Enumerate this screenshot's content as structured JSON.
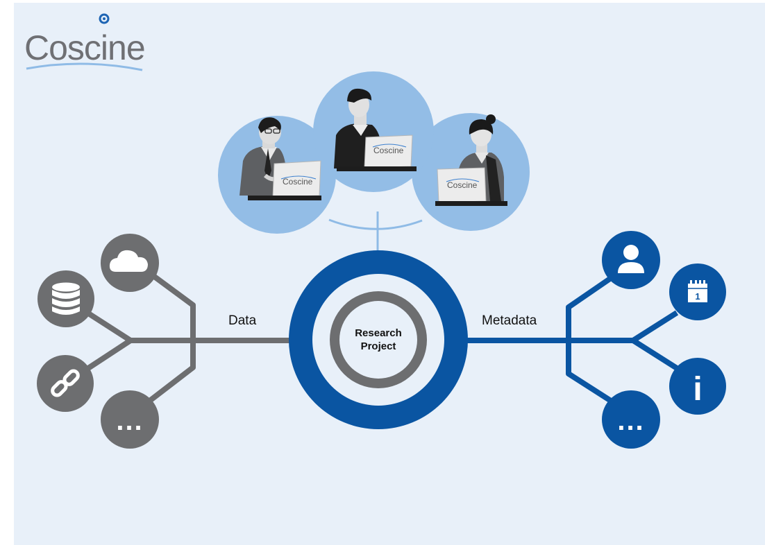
{
  "logo": {
    "text": "Coscine"
  },
  "laptops": [
    {
      "label": "Coscine"
    },
    {
      "label": "Coscine"
    },
    {
      "label": "Coscine"
    }
  ],
  "center": {
    "line1": "Research",
    "line2": "Project"
  },
  "left_branch": {
    "label": "Data",
    "color": "#6d6e70",
    "ellipsis": "..."
  },
  "right_branch": {
    "label": "Metadata",
    "color": "#0a55a2",
    "ellipsis": "...",
    "calendar_day": "1",
    "info_glyph": "i"
  },
  "icons": {
    "left": [
      "database-icon",
      "cloud-icon",
      "link-icon",
      "more-icon"
    ],
    "right": [
      "person-icon",
      "calendar-icon",
      "info-icon",
      "more-icon"
    ]
  },
  "colors": {
    "background": "#e8f0f9",
    "user_bubbles": "#93bde6",
    "ring_blue": "#0a55a2",
    "ring_gray": "#6d6e70",
    "accent": "#2f7cc9"
  }
}
